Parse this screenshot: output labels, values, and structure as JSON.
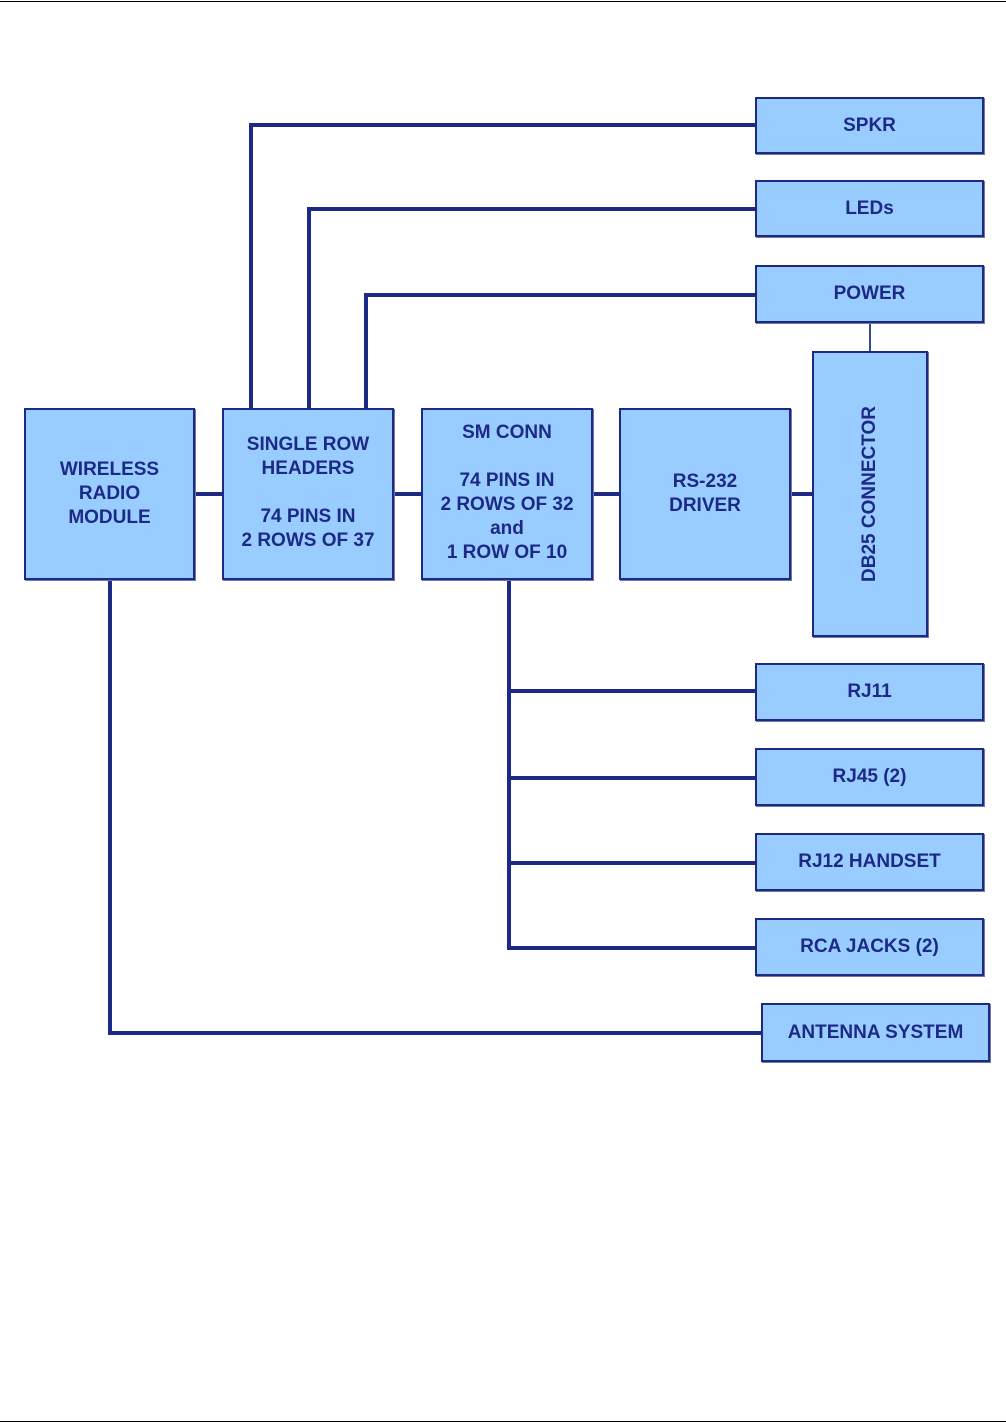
{
  "colors": {
    "block_fill": "#99ccff",
    "block_border": "#1c2a86",
    "text": "#1c2a86",
    "wire": "#1c2a86",
    "power_link": "#3a4a8a"
  },
  "blocks": {
    "wireless": {
      "lines": [
        "WIRELESS",
        "RADIO",
        "MODULE"
      ]
    },
    "headers": {
      "lines": [
        "SINGLE ROW",
        "HEADERS",
        "",
        "74 PINS IN",
        "2 ROWS OF 37"
      ]
    },
    "smconn": {
      "lines": [
        "SM CONN",
        "",
        "74 PINS IN",
        "2 ROWS OF 32",
        "and",
        "1 ROW OF 10"
      ]
    },
    "rs232": {
      "lines": [
        "RS-232",
        "DRIVER"
      ]
    },
    "db25": {
      "label": "DB25 CONNECTOR"
    },
    "spkr": {
      "label": "SPKR"
    },
    "leds": {
      "label": "LEDs"
    },
    "power": {
      "label": "POWER"
    },
    "rj11": {
      "label": "RJ11"
    },
    "rj45": {
      "label": "RJ45 (2)"
    },
    "rj12": {
      "label": "RJ12 HANDSET"
    },
    "rca": {
      "label": "RCA JACKS (2)"
    },
    "antenna": {
      "label": "ANTENNA SYSTEM"
    }
  }
}
